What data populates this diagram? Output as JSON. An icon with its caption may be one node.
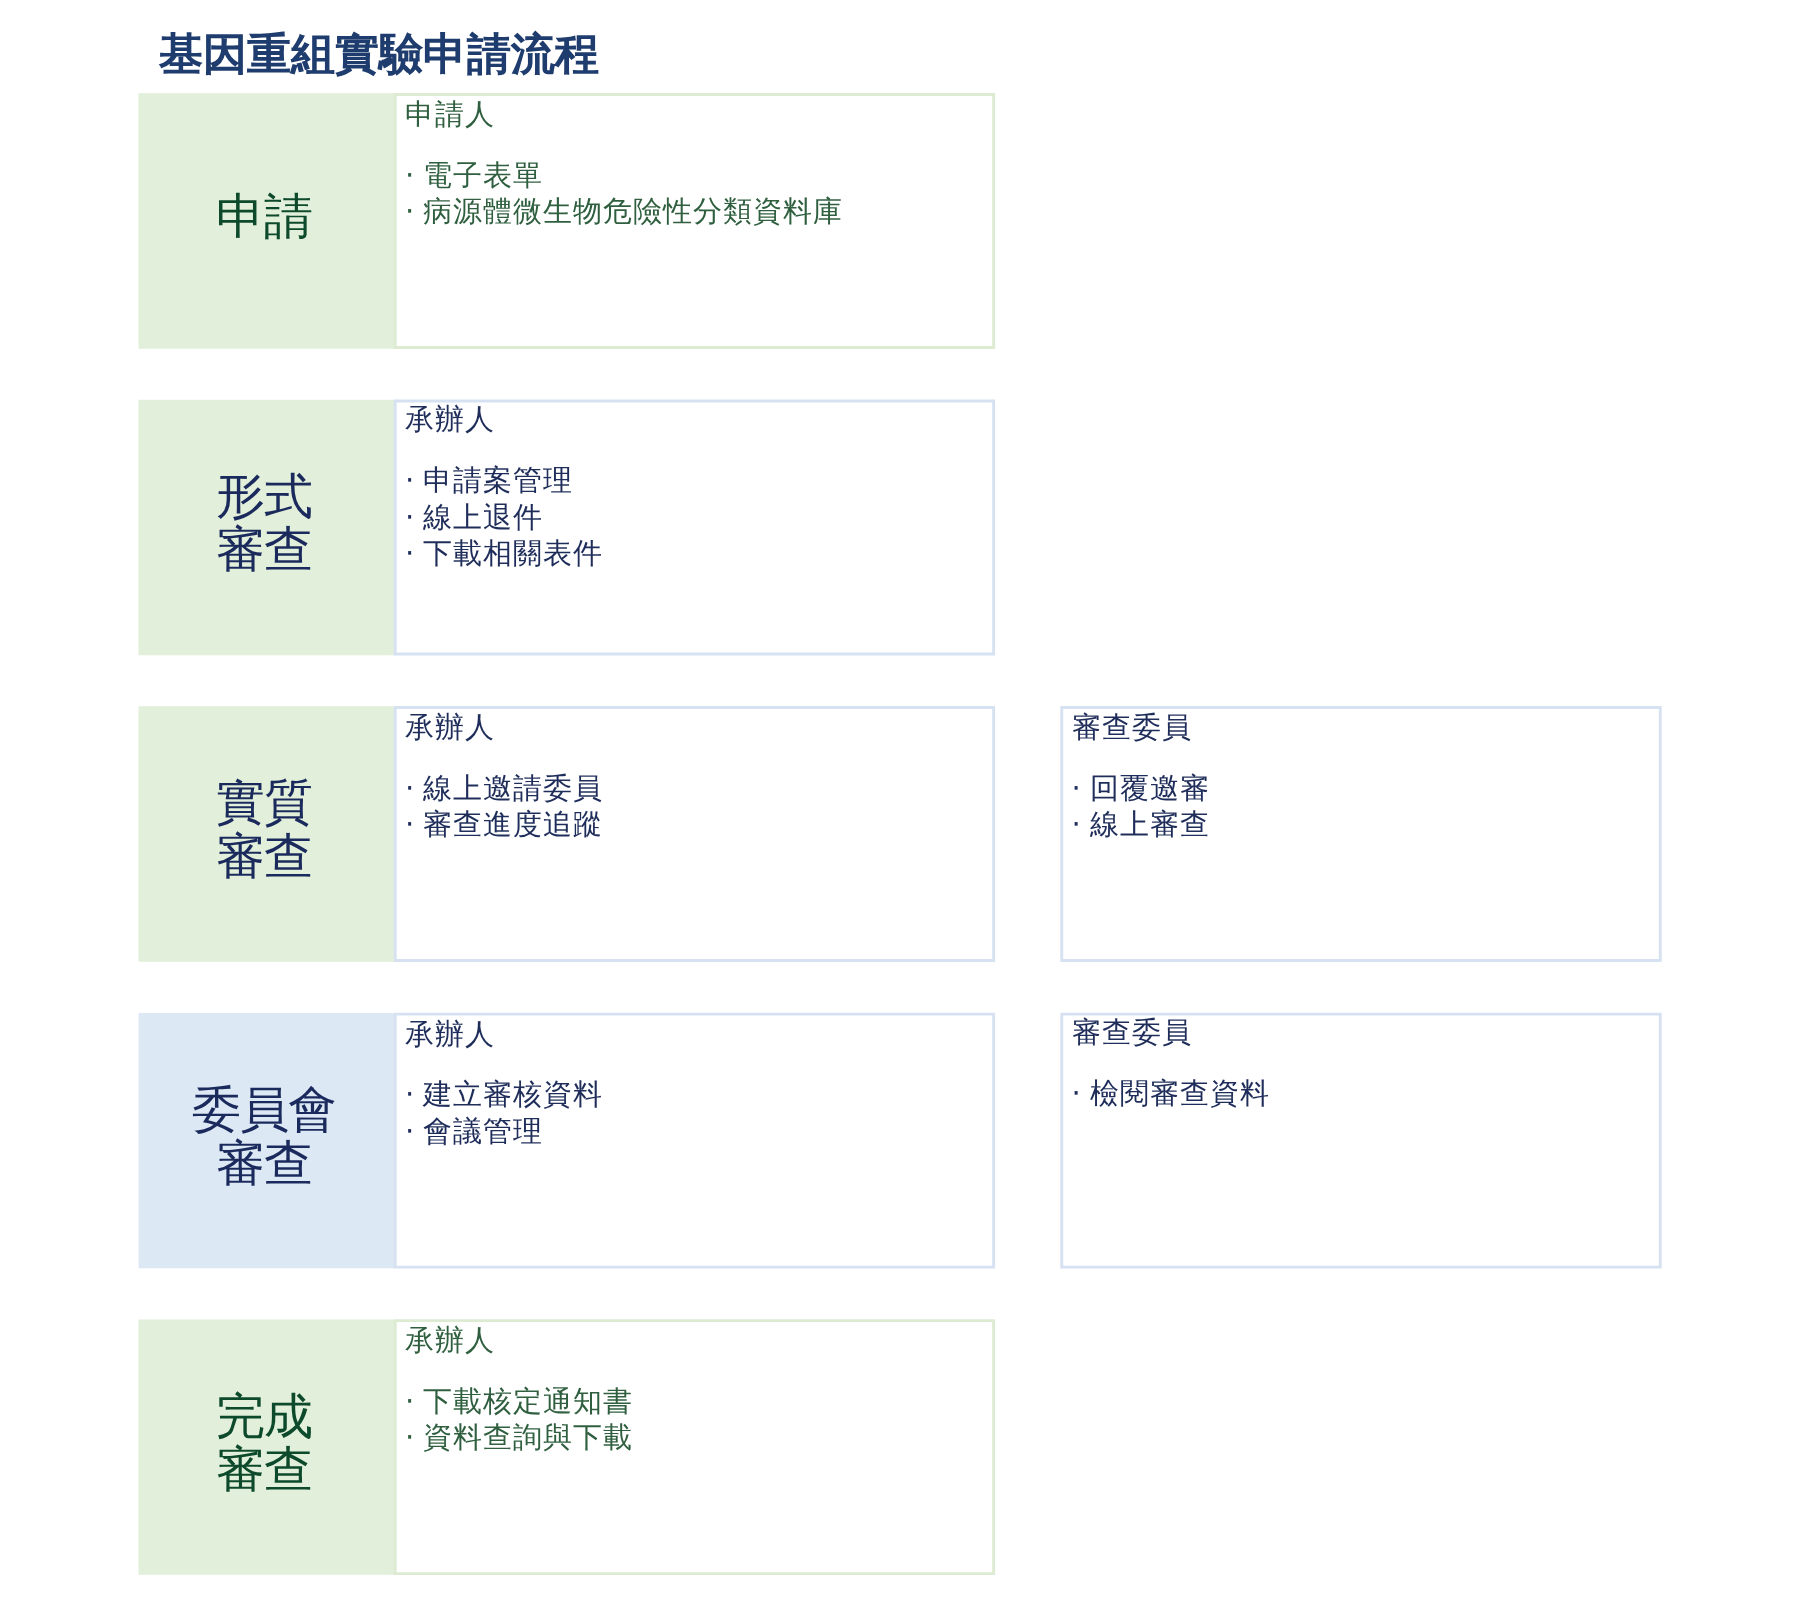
{
  "diagram": {
    "title": "基因重組實驗申請流程",
    "nodes": [
      {
        "text": [
          "申請"
        ]
      },
      {
        "text": [
          "申請人",
          "· 電子表單",
          "· 病源體微生物危險性分類資料庫"
        ]
      },
      {
        "text": [
          "形式審查"
        ]
      },
      {
        "text": [
          "承辦人",
          "· 申請案管理",
          "· 線上退件",
          "· 下載相關表件"
        ]
      },
      {
        "text": [
          "實質審查"
        ]
      },
      {
        "text": [
          "承辦人",
          "· 線上邀請委員",
          "· 審查進度追蹤"
        ]
      },
      {
        "text": [
          "審查委員",
          "· 回覆邀審",
          "· 線上審查"
        ]
      },
      {
        "text": [
          "委員會審查"
        ]
      },
      {
        "text": [
          "承辦人",
          "· 建立審核資料",
          "· 會議管理"
        ]
      },
      {
        "text": [
          "審查委員",
          "· 檢閱審查資料"
        ]
      },
      {
        "text": [
          "完成審查"
        ]
      },
      {
        "text": [
          "承辦人",
          "· 下載核定通知書",
          "· 資料查詢與下載"
        ]
      }
    ]
  }
}
